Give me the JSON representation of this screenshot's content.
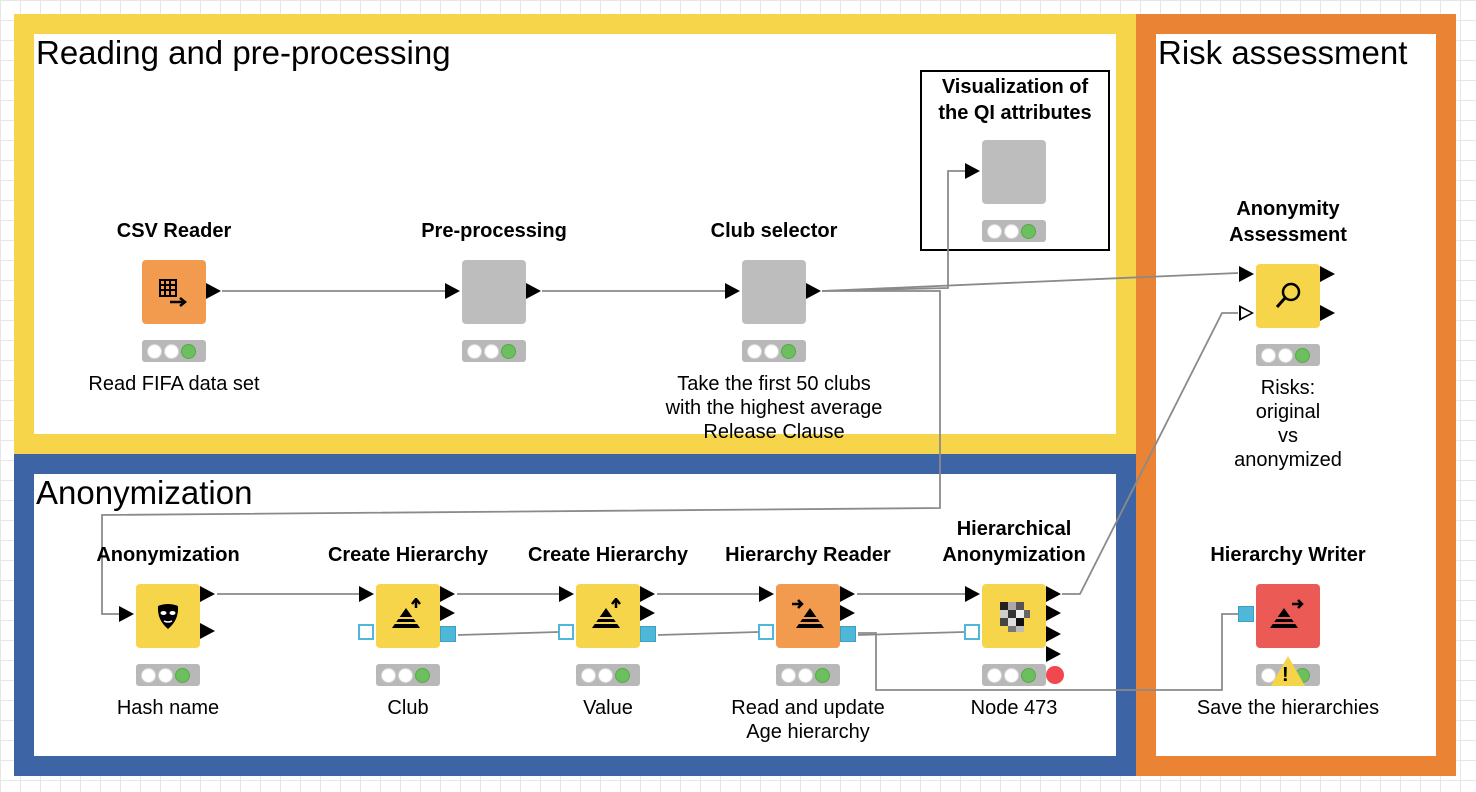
{
  "annotations": {
    "reading": {
      "title": "Reading and pre-processing",
      "color": "#f7d54a"
    },
    "risk": {
      "title": "Risk assessment",
      "color": "#ea8334"
    },
    "anonymization": {
      "title": "Anonymization",
      "color": "#3d65a5"
    }
  },
  "nodes": {
    "csv_reader": {
      "title": "CSV Reader",
      "label": "Read FIFA data set",
      "icon": "table-arrow-icon",
      "color": "#f29b4e"
    },
    "preprocessing": {
      "title": "Pre-processing",
      "label": "",
      "icon": "metanode-icon",
      "color": "#bdbdbd"
    },
    "club_selector": {
      "title": "Club selector",
      "label_lines": [
        "Take the first 50 clubs",
        "with the highest average",
        "Release Clause"
      ],
      "icon": "metanode-icon",
      "color": "#bdbdbd"
    },
    "visualization": {
      "title_lines": [
        "Visualization of",
        "the QI attributes"
      ],
      "icon": "metanode-icon",
      "color": "#bdbdbd"
    },
    "anonymity_assessment": {
      "title_lines": [
        "Anonymity",
        "Assessment"
      ],
      "label_lines": [
        "Risks:",
        "original",
        "vs",
        "anonymized"
      ],
      "icon": "magnifier-icon",
      "color": "#f7d54a"
    },
    "anonymization": {
      "title": "Anonymization",
      "label": "Hash name",
      "icon": "mask-icon",
      "color": "#f7d54a"
    },
    "create_hierarchy_1": {
      "title": "Create Hierarchy",
      "label": "Club",
      "icon": "pyramid-up-icon",
      "color": "#f7d54a"
    },
    "create_hierarchy_2": {
      "title": "Create Hierarchy",
      "label": "Value",
      "icon": "pyramid-up-icon",
      "color": "#f7d54a"
    },
    "hierarchy_reader": {
      "title": "Hierarchy Reader",
      "label_lines": [
        "Read and update",
        "Age hierarchy"
      ],
      "icon": "pyramid-in-icon",
      "color": "#f29b4e"
    },
    "hierarchical_anonymization": {
      "title_lines": [
        "Hierarchical",
        "Anonymization"
      ],
      "label": "Node 473",
      "icon": "checker-icon",
      "color": "#f7d54a"
    },
    "hierarchy_writer": {
      "title": "Hierarchy Writer",
      "label": "Save the hierarchies",
      "icon": "pyramid-out-icon",
      "color": "#ec5a55"
    }
  },
  "warning_symbol": "!"
}
